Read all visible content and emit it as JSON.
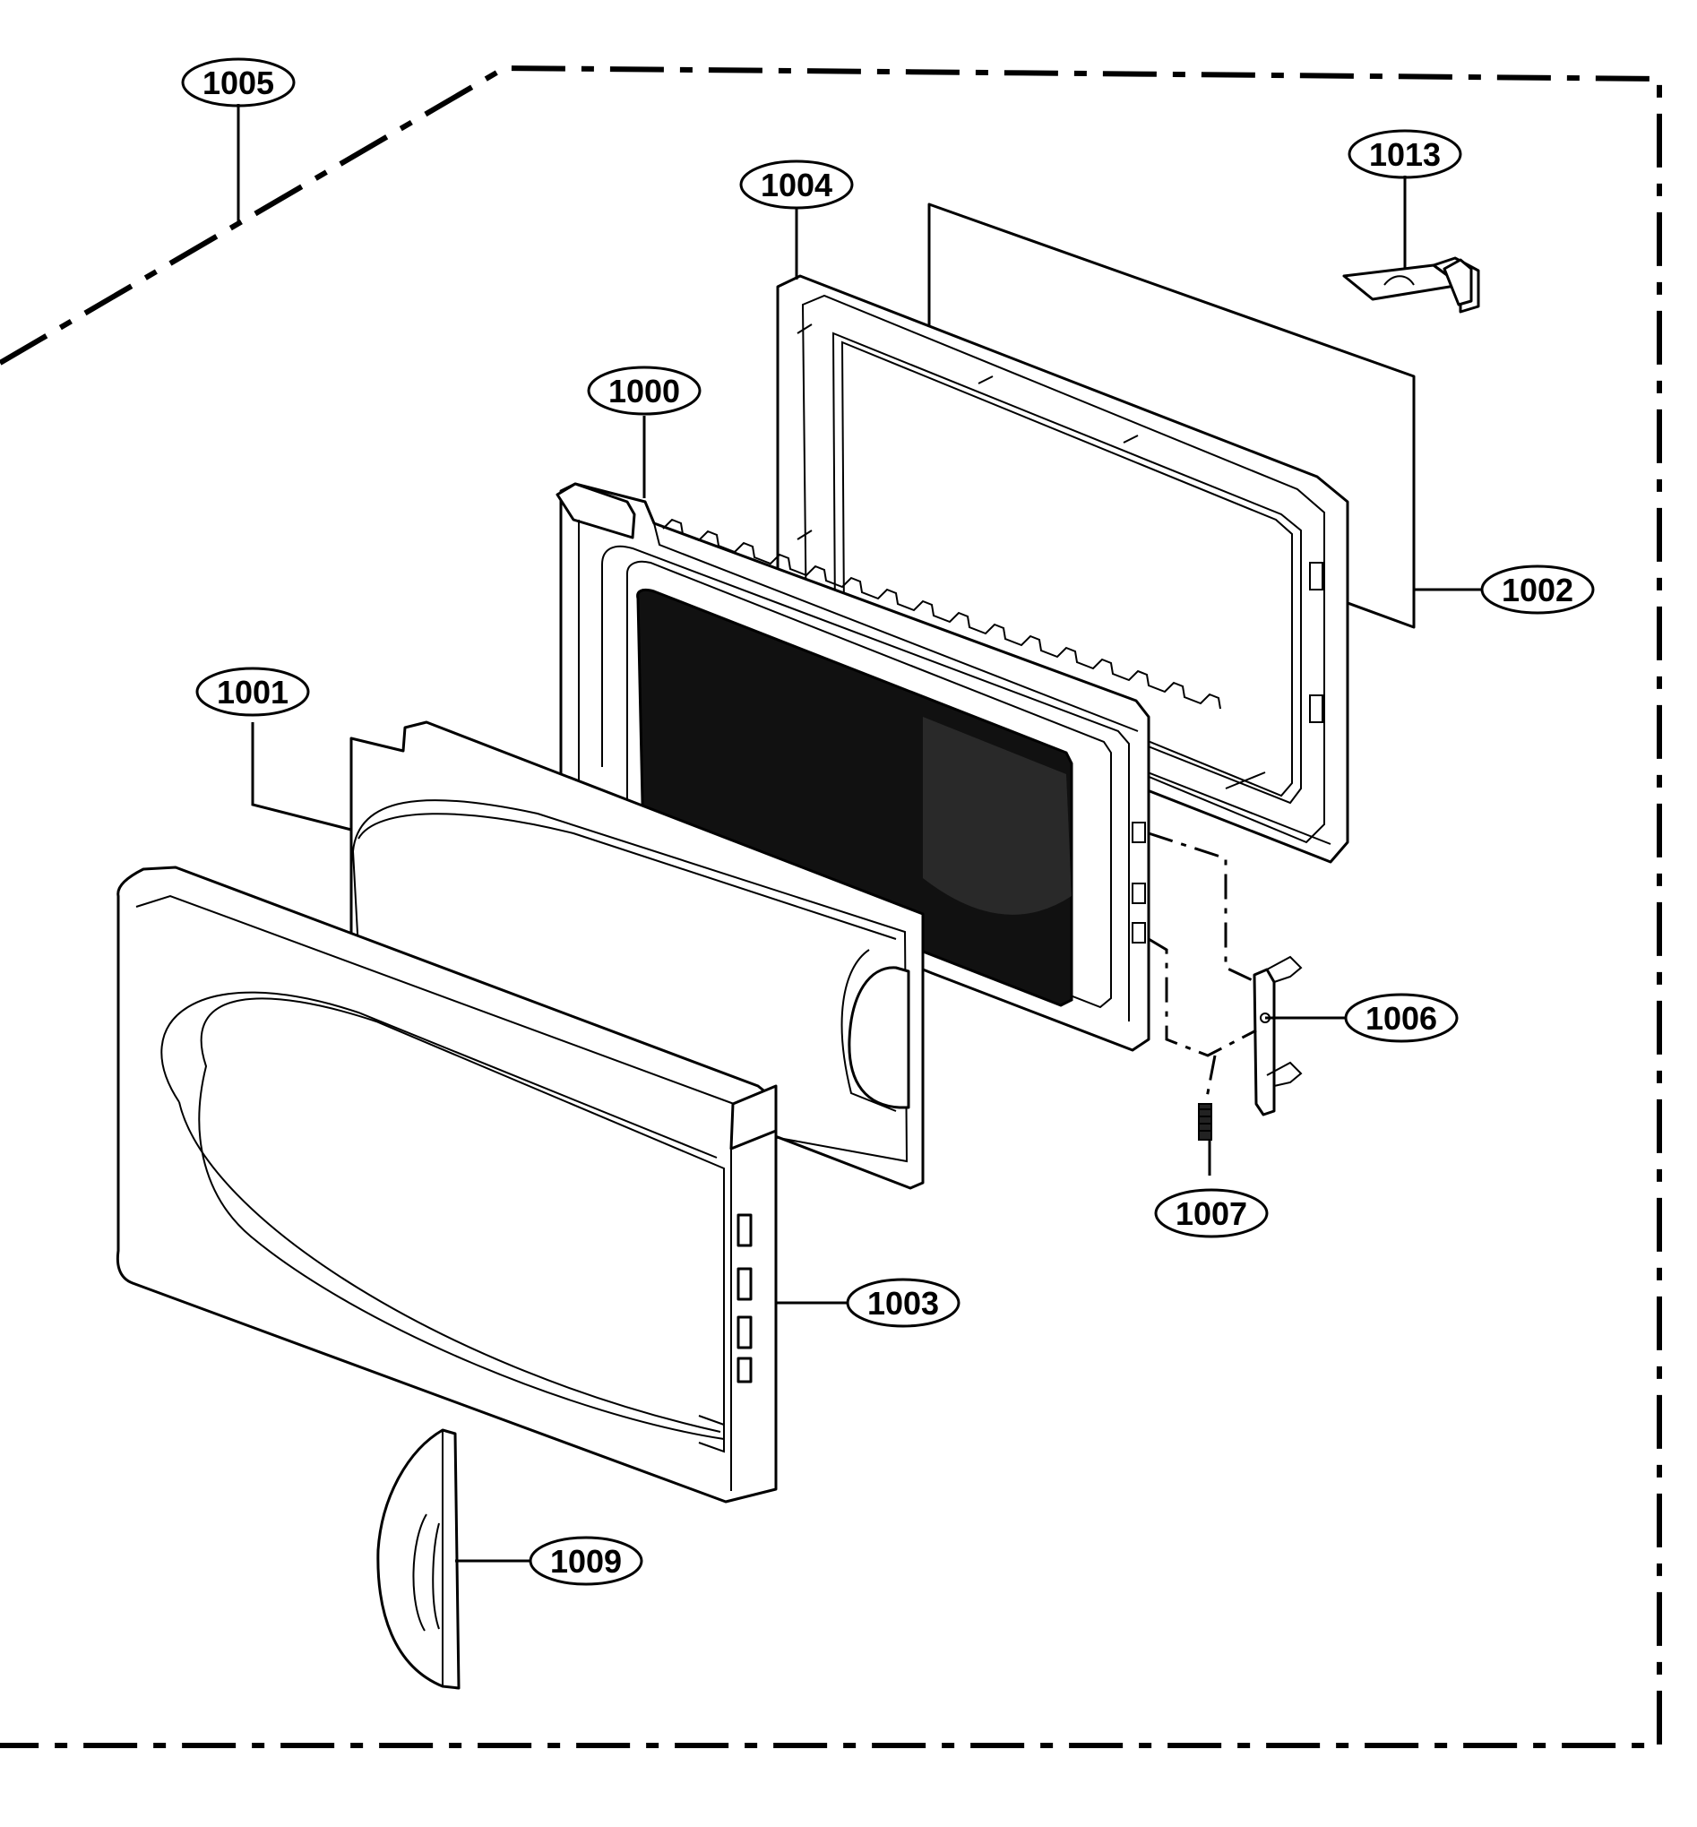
{
  "callouts": {
    "c1005": "1005",
    "c1013": "1013",
    "c1004": "1004",
    "c1000": "1000",
    "c1002": "1002",
    "c1001": "1001",
    "c1006": "1006",
    "c1007": "1007",
    "c1003": "1003",
    "c1009": "1009"
  },
  "colors": {
    "line": "#000000",
    "screen": "#111111",
    "background": "#ffffff"
  }
}
